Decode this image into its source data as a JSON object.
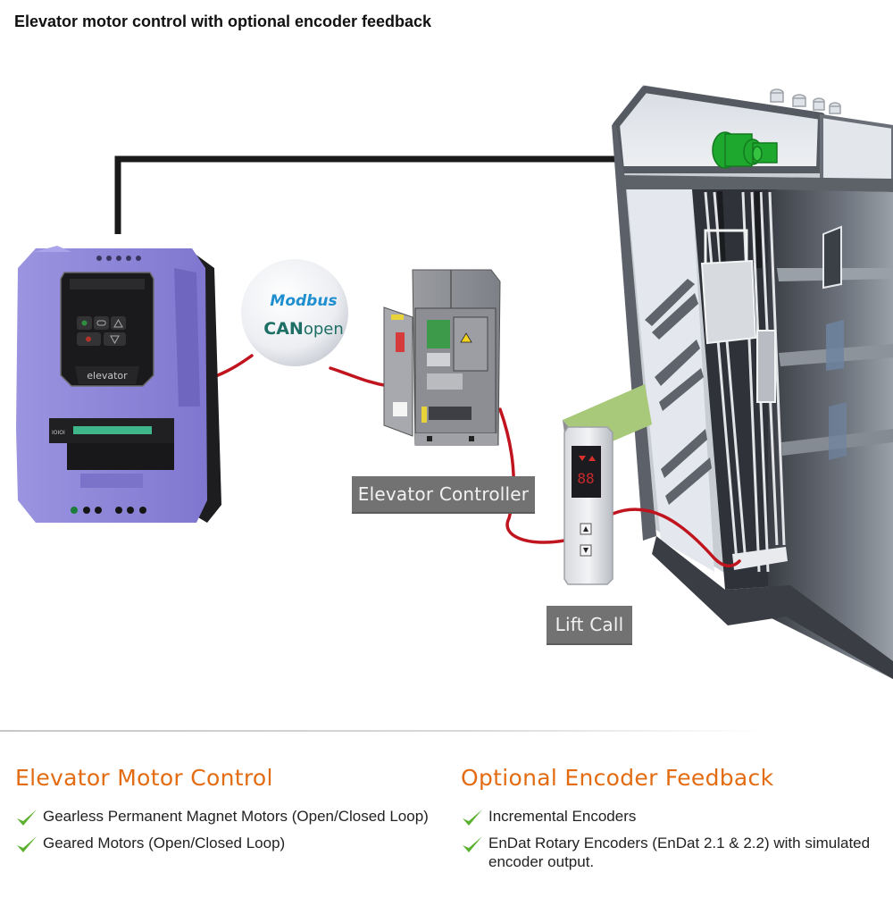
{
  "page": {
    "title": "Elevator motor control with optional encoder feedback"
  },
  "diagram": {
    "drive": {
      "brand_label": "elevator",
      "terminal_label": "IOIOI"
    },
    "protocol_bubble": {
      "line1": "Modbus",
      "line2_bold": "CAN",
      "line2_light": "open"
    },
    "labels": {
      "controller": "Elevator Controller",
      "lift_call": "Lift Call"
    },
    "lift_call_display": "88",
    "colors": {
      "drive_body": "#8c84d8",
      "cable_red": "#c0141e",
      "cable_black": "#1a1a1a",
      "motor_green": "#1fa82e",
      "modbus_blue": "#1f8fd0",
      "canopen_teal": "#1e6f66"
    }
  },
  "sections": [
    {
      "heading": "Elevator Motor Control",
      "items": [
        "Gearless Permanent Magnet Motors (Open/Closed Loop)",
        "Geared Motors (Open/Closed Loop)"
      ]
    },
    {
      "heading": "Optional Encoder Feedback",
      "items": [
        "Incremental Encoders",
        "EnDat Rotary Encoders (EnDat 2.1 & 2.2) with simulated encoder output."
      ]
    }
  ],
  "theme": {
    "heading_color": "#e36c12",
    "check_color": "#5bb12f"
  }
}
